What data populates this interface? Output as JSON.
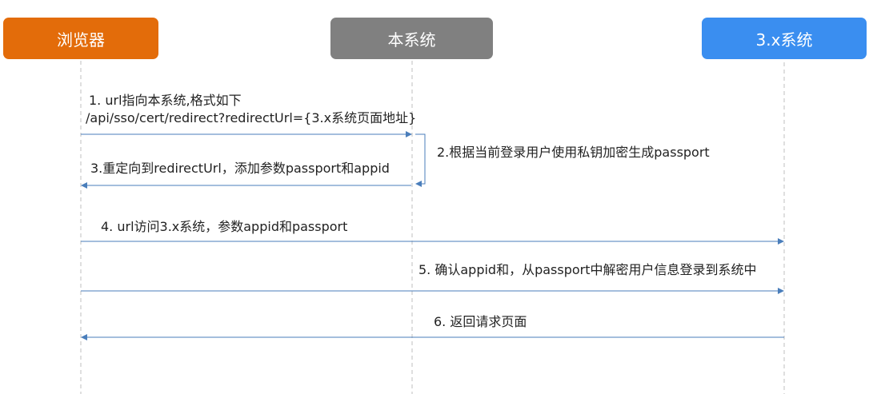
{
  "actors": {
    "browser": {
      "label": "浏览器",
      "color": "#e36c0a"
    },
    "system": {
      "label": "本系统",
      "color": "#808080"
    },
    "x3": {
      "label": "3.x系统",
      "color": "#3a8ef0"
    }
  },
  "messages": {
    "m1_line1": "1.    url指向本系统,格式如下",
    "m1_line2": "/api/sso/cert/redirect?redirectUrl={3.x系统页面地址}",
    "m2": "2.根据当前登录用户使用私钥加密生成passport",
    "m3": "3.重定向到redirectUrl，添加参数passport和appid",
    "m4": "4. url访问3.x系统，参数appid和passport",
    "m5": "5. 确认appid和，从passport中解密用户信息登录到系统中",
    "m6": "6. 返回请求页面"
  },
  "colors": {
    "arrow": "#4a7ebb",
    "lifeline": "#bfbfbf"
  }
}
